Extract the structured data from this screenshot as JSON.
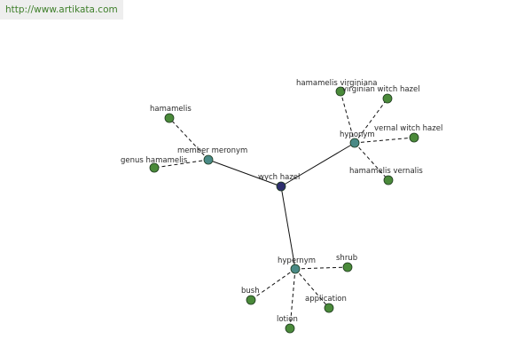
{
  "header": {
    "url": "http://www.artikata.com"
  },
  "colors": {
    "center": "#2e2e6e",
    "relation": "#4a8a86",
    "leaf": "#4a8a3a",
    "stroke": "#1e3a1e"
  },
  "graph": {
    "center": {
      "id": "center",
      "label": "wych hazel"
    },
    "relations": [
      {
        "id": "member-meronym",
        "label": "member meronym"
      },
      {
        "id": "hyponym",
        "label": "hyponym"
      },
      {
        "id": "hypernym",
        "label": "hypernym"
      }
    ],
    "leaves": [
      {
        "id": "hamamelis",
        "parent": "member-meronym",
        "label": "hamamelis"
      },
      {
        "id": "genus-hamamelis",
        "parent": "member-meronym",
        "label": "genus hamamelis"
      },
      {
        "id": "hamamelis-virginiana",
        "parent": "hyponym",
        "label": "hamamelis virginiana"
      },
      {
        "id": "virginian-witch-hazel",
        "parent": "hyponym",
        "label": "virginian witch hazel"
      },
      {
        "id": "vernal-witch-hazel",
        "parent": "hyponym",
        "label": "vernal witch hazel"
      },
      {
        "id": "hamamelis-vernalis",
        "parent": "hyponym",
        "label": "hamamelis vernalis"
      },
      {
        "id": "shrub",
        "parent": "hypernym",
        "label": "shrub"
      },
      {
        "id": "bush",
        "parent": "hypernym",
        "label": "bush"
      },
      {
        "id": "application",
        "parent": "hypernym",
        "label": "application"
      },
      {
        "id": "lotion",
        "parent": "hypernym",
        "label": "lotion"
      }
    ]
  }
}
